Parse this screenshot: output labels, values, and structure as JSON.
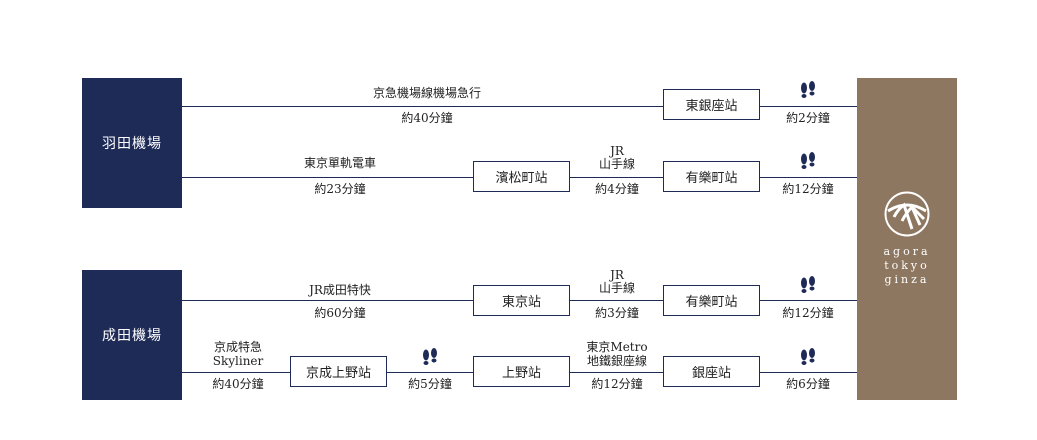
{
  "airports": {
    "haneda": "羽田機場",
    "narita": "成田機場"
  },
  "hotel": {
    "name_lines": [
      "agora",
      "tokyo",
      "ginza"
    ]
  },
  "routes": {
    "r1": {
      "line_label": "京急機場線機場急行",
      "line_time": "約40分鐘",
      "station": "東銀座站",
      "walk_time": "約2分鐘"
    },
    "r2": {
      "line_label": "東京單軌電車",
      "line_time": "約23分鐘",
      "station1": "濱松町站",
      "line2_label_1": "JR",
      "line2_label_2": "山手線",
      "line2_time": "約4分鐘",
      "station2": "有樂町站",
      "walk_time": "約12分鐘"
    },
    "r3": {
      "line_label": "JR成田特快",
      "line_time": "約60分鐘",
      "station1": "東京站",
      "line2_label_1": "JR",
      "line2_label_2": "山手線",
      "line2_time": "約3分鐘",
      "station2": "有樂町站",
      "walk_time": "約12分鐘"
    },
    "r4": {
      "line_label_1": "京成特急",
      "line_label_2": "Skyliner",
      "line_time": "約40分鐘",
      "station1": "京成上野站",
      "walk1_time": "約5分鐘",
      "station2": "上野站",
      "line2_label_1": "東京Metro",
      "line2_label_2": "地鐵銀座線",
      "line2_time": "約12分鐘",
      "station3": "銀座站",
      "walk2_time": "約6分鐘"
    }
  },
  "colors": {
    "navy": "#1e2b57",
    "hotel_brown": "#8e7760"
  },
  "icons": {
    "walk": "footprints-icon",
    "logo": "agora-logo-icon"
  }
}
